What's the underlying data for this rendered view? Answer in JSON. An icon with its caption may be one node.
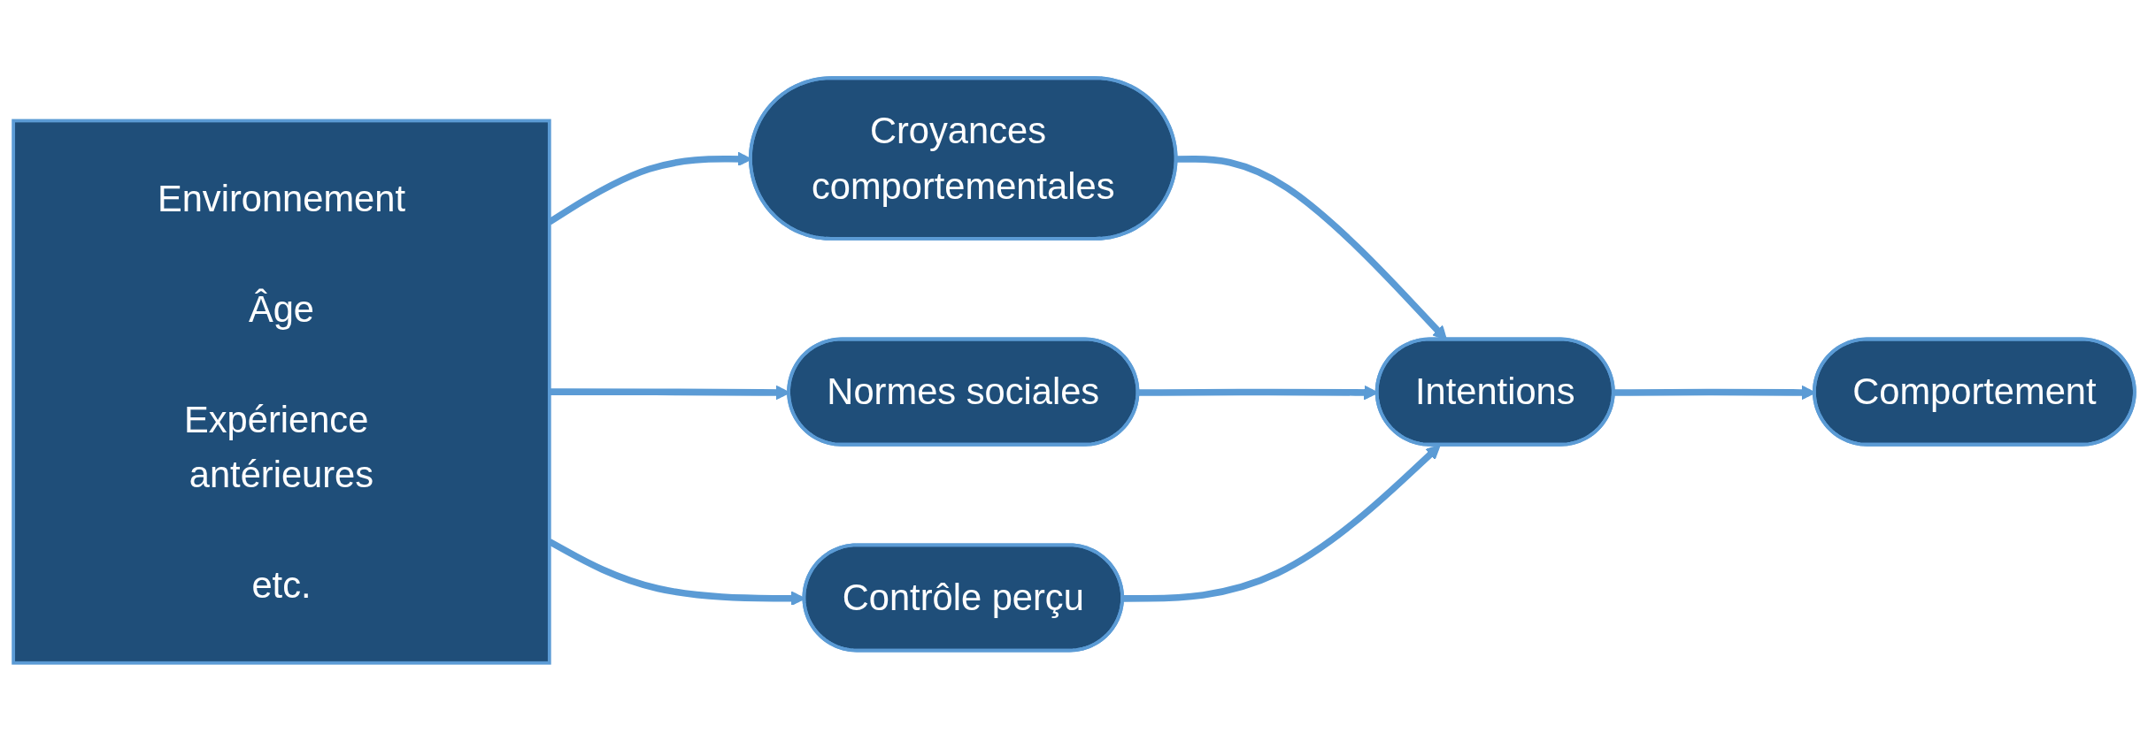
{
  "diagram": {
    "nodes": [
      {
        "text": [
          "Environnement",
          "Âge",
          "Expérience antérieures",
          "etc."
        ]
      },
      {
        "text": [
          "Croyances comportementales"
        ]
      },
      {
        "text": [
          "Normes sociales"
        ]
      },
      {
        "text": [
          "Contrôle perçu"
        ]
      },
      {
        "text": [
          "Intentions"
        ]
      },
      {
        "text": [
          "Comportement"
        ]
      }
    ],
    "edges": [
      {
        "from": 0,
        "to": 1,
        "arrow": "to"
      },
      {
        "from": 0,
        "to": 2,
        "arrow": "to"
      },
      {
        "from": 0,
        "to": 3,
        "arrow": "to"
      },
      {
        "from": 1,
        "to": 4,
        "arrow": "to"
      },
      {
        "from": 2,
        "to": 4,
        "arrow": "to"
      },
      {
        "from": 3,
        "to": 4,
        "arrow": "to"
      },
      {
        "from": 4,
        "to": 5,
        "arrow": "to"
      }
    ]
  }
}
